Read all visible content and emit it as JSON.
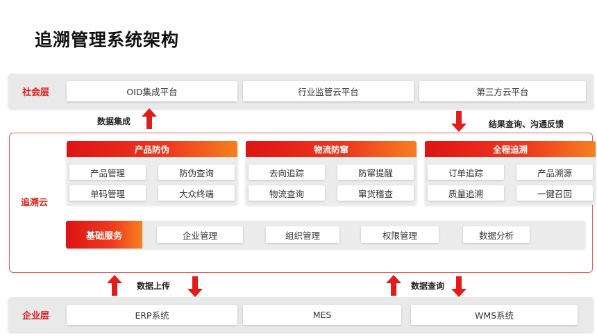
{
  "title": "追溯管理系统架构",
  "colors": {
    "accent": "#e01818",
    "band": "#e9e9e9",
    "frame": "#e86060"
  },
  "social_layer": {
    "label": "社会层",
    "boxes": [
      "OID集成平台",
      "行业监管云平台",
      "第三方云平台"
    ]
  },
  "flows_top": {
    "left_label": "数据集成",
    "right_label": "结果查询、沟通反馈"
  },
  "trace_cloud": {
    "label": "追溯云",
    "panels": [
      {
        "title": "产品防伪",
        "items": [
          "产品管理",
          "防伪查询",
          "单码管理",
          "大众终端"
        ]
      },
      {
        "title": "物流防窜",
        "items": [
          "去向追踪",
          "防窜提醒",
          "物流查询",
          "窜货稽查"
        ]
      },
      {
        "title": "全程追溯",
        "items": [
          "订单追踪",
          "产品溯源",
          "质量追溯",
          "一键召回"
        ]
      }
    ],
    "base_services": {
      "label": "基础服务",
      "items": [
        "企业管理",
        "组织管理",
        "权限管理",
        "数据分析"
      ]
    }
  },
  "flows_bottom": {
    "left_label": "数据上传",
    "right_label": "数据查询"
  },
  "enterprise_layer": {
    "label": "企业层",
    "boxes": [
      "ERP系统",
      "MES",
      "WMS系统"
    ]
  },
  "icons": {
    "up": "arrow-up-icon",
    "down": "arrow-down-icon"
  }
}
